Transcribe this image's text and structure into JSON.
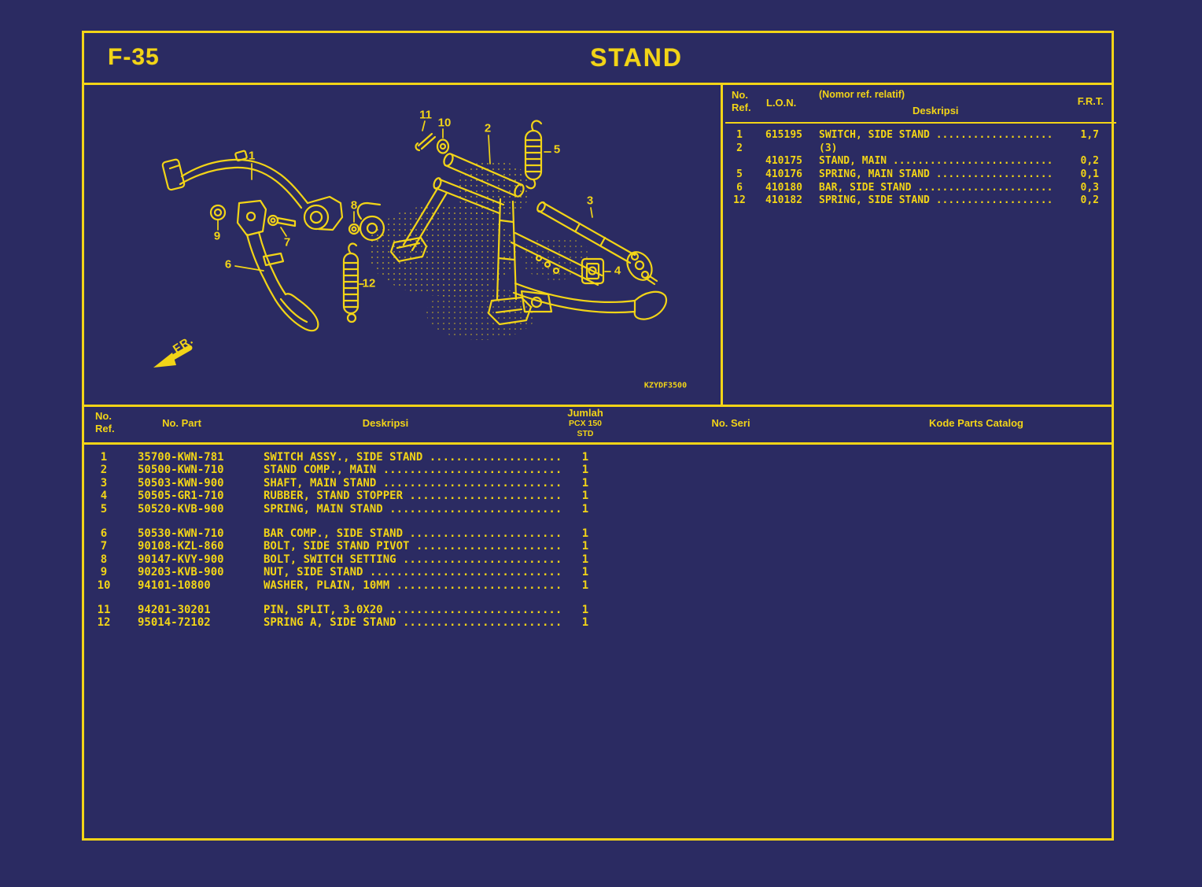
{
  "window": {
    "page_code": "F-35",
    "title": "STAND"
  },
  "colors": {
    "background": "#2b2b62",
    "accent": "#f2d417"
  },
  "diagram": {
    "code": "KZYDF3500",
    "fr_label": "FR.",
    "callouts": {
      "c1": "1",
      "c2": "2",
      "c3": "3",
      "c4": "4",
      "c5": "5",
      "c6": "6",
      "c7": "7",
      "c8": "8",
      "c9": "9",
      "c10": "10",
      "c11": "11",
      "c12": "12"
    }
  },
  "ref_table": {
    "headers": {
      "no": "No.",
      "ref": "Ref.",
      "lon": "L.O.N.",
      "relative_note": "(Nomor ref. relatif)",
      "deskripsi": "Deskripsi",
      "frt": "F.R.T."
    },
    "rows": [
      {
        "ref": "1",
        "lon": "615195",
        "desc": "SWITCH, SIDE STAND ...................",
        "frt": "1,7"
      },
      {
        "ref": "2",
        "lon": "",
        "desc": "(3)",
        "frt": ""
      },
      {
        "ref": "",
        "lon": "410175",
        "desc": "STAND, MAIN ..........................",
        "frt": "0,2"
      },
      {
        "ref": "5",
        "lon": "410176",
        "desc": "SPRING, MAIN STAND ...................",
        "frt": "0,1"
      },
      {
        "ref": "6",
        "lon": "410180",
        "desc": "BAR, SIDE STAND ......................",
        "frt": "0,3"
      },
      {
        "ref": "12",
        "lon": "410182",
        "desc": "SPRING, SIDE STAND ...................",
        "frt": "0,2"
      }
    ]
  },
  "parts_table": {
    "headers": {
      "no": "No.",
      "ref": "Ref.",
      "part": "No. Part",
      "deskripsi": "Deskripsi",
      "jumlah": "Jumlah",
      "model": "PCX 150",
      "std": "STD",
      "seri": "No. Seri",
      "catalog": "Kode Parts Catalog"
    },
    "rows": [
      {
        "ref": "1",
        "part": "35700-KWN-781",
        "desc": "SWITCH ASSY., SIDE STAND ....................",
        "qty": "1"
      },
      {
        "ref": "2",
        "part": "50500-KWN-710",
        "desc": "STAND COMP., MAIN ...........................",
        "qty": "1"
      },
      {
        "ref": "3",
        "part": "50503-KWN-900",
        "desc": "SHAFT, MAIN STAND ...........................",
        "qty": "1"
      },
      {
        "ref": "4",
        "part": "50505-GR1-710",
        "desc": "RUBBER, STAND STOPPER .......................",
        "qty": "1"
      },
      {
        "ref": "5",
        "part": "50520-KVB-900",
        "desc": "SPRING, MAIN STAND ..........................",
        "qty": "1"
      },
      {
        "ref": "6",
        "part": "50530-KWN-710",
        "desc": "BAR COMP., SIDE STAND .......................",
        "qty": "1",
        "gap": true
      },
      {
        "ref": "7",
        "part": "90108-KZL-860",
        "desc": "BOLT, SIDE STAND PIVOT ......................",
        "qty": "1"
      },
      {
        "ref": "8",
        "part": "90147-KVY-900",
        "desc": "BOLT, SWITCH SETTING ........................",
        "qty": "1"
      },
      {
        "ref": "9",
        "part": "90203-KVB-900",
        "desc": "NUT, SIDE STAND .............................",
        "qty": "1"
      },
      {
        "ref": "10",
        "part": "94101-10800",
        "desc": "WASHER, PLAIN, 10MM .........................",
        "qty": "1"
      },
      {
        "ref": "11",
        "part": "94201-30201",
        "desc": "PIN, SPLIT, 3.0X20 ..........................",
        "qty": "1",
        "gap": true
      },
      {
        "ref": "12",
        "part": "95014-72102",
        "desc": "SPRING A, SIDE STAND ........................",
        "qty": "1"
      }
    ]
  }
}
